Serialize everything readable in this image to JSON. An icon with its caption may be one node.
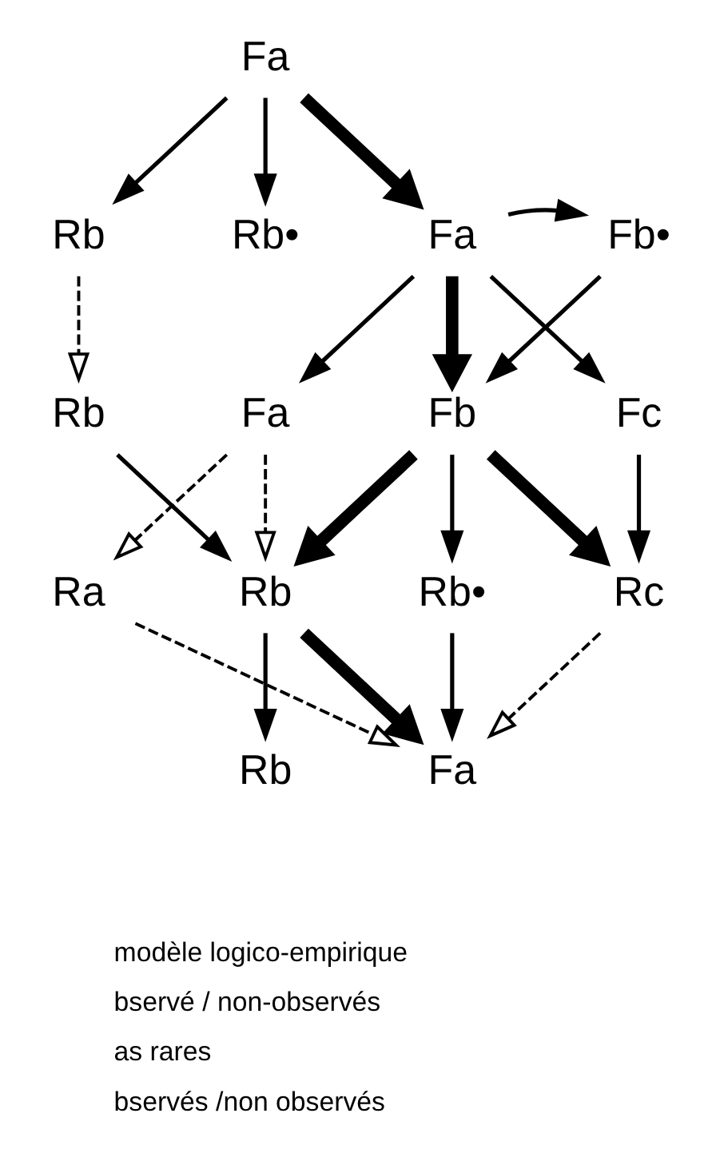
{
  "diagram": {
    "nodes": [
      {
        "text": [
          "Fa"
        ]
      },
      {
        "text": [
          "Rb"
        ]
      },
      {
        "text": [
          "Rb•"
        ]
      },
      {
        "text": [
          "Fa"
        ]
      },
      {
        "text": [
          "Fb•"
        ]
      },
      {
        "text": [
          "Rb"
        ]
      },
      {
        "text": [
          "Fa"
        ]
      },
      {
        "text": [
          "Fb"
        ]
      },
      {
        "text": [
          "Fc"
        ]
      },
      {
        "text": [
          "Ra"
        ]
      },
      {
        "text": [
          "Rb"
        ]
      },
      {
        "text": [
          "Rb•"
        ]
      },
      {
        "text": [
          "Rc"
        ]
      },
      {
        "text": [
          "Rb"
        ]
      },
      {
        "text": [
          "Fa"
        ]
      }
    ],
    "edges": [
      {
        "from": 0,
        "to": 1,
        "arrow": "to"
      },
      {
        "from": 0,
        "to": 2,
        "arrow": "to"
      },
      {
        "from": 0,
        "to": 3,
        "arrow": "to",
        "style": "thick"
      },
      {
        "from": 3,
        "to": 4,
        "arrow": "to"
      },
      {
        "from": 1,
        "to": 5,
        "arrow": "to",
        "style": "dashed"
      },
      {
        "from": 3,
        "to": 6,
        "arrow": "to"
      },
      {
        "from": 3,
        "to": 7,
        "arrow": "to",
        "style": "thick"
      },
      {
        "from": 3,
        "to": 8,
        "arrow": "to"
      },
      {
        "from": 4,
        "to": 7,
        "arrow": "to"
      },
      {
        "from": 5,
        "to": 10,
        "arrow": "to"
      },
      {
        "from": 6,
        "to": 9,
        "arrow": "to",
        "style": "dashed"
      },
      {
        "from": 6,
        "to": 10,
        "arrow": "to",
        "style": "dashed"
      },
      {
        "from": 7,
        "to": 10,
        "arrow": "to",
        "style": "thick"
      },
      {
        "from": 7,
        "to": 11,
        "arrow": "to"
      },
      {
        "from": 7,
        "to": 12,
        "arrow": "to",
        "style": "thick"
      },
      {
        "from": 8,
        "to": 12,
        "arrow": "to"
      },
      {
        "from": 9,
        "to": 14,
        "arrow": "to",
        "style": "dashed"
      },
      {
        "from": 10,
        "to": 13,
        "arrow": "to"
      },
      {
        "from": 10,
        "to": 14,
        "arrow": "to",
        "style": "thick"
      },
      {
        "from": 11,
        "to": 14,
        "arrow": "to"
      },
      {
        "from": 12,
        "to": 14,
        "arrow": "to",
        "style": "dashed"
      }
    ],
    "labels": [
      "modèle logico-empirique",
      "bservé / non-observés",
      "as rares",
      "bservés /non observés"
    ]
  }
}
